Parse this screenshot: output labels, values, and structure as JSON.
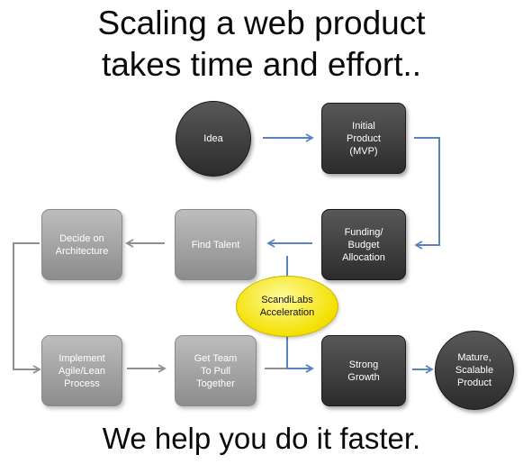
{
  "title": {
    "line1": "Scaling a web product",
    "line2": "takes time and effort.."
  },
  "nodes": {
    "idea": "Idea",
    "initial_product": "Initial\nProduct\n(MVP)",
    "funding": "Funding/\nBudget\nAllocation",
    "find_talent": "Find Talent",
    "decide_architecture": "Decide on\nArchitecture",
    "implement_agile": "Implement\nAgile/Lean\nProcess",
    "get_team": "Get Team\nTo Pull\nTogether",
    "scandilabs": "ScandiLabs\nAcceleration",
    "strong_growth": "Strong\nGrowth",
    "mature": "Mature,\nScalable\nProduct"
  },
  "footer": "We help you do it faster.",
  "colors": {
    "arrow_blue": "#5b84bf",
    "arrow_gray": "#8f8f8f",
    "dark_box": "#3a3a3a",
    "light_box": "#a6a6a6",
    "highlight": "#f3e000"
  }
}
